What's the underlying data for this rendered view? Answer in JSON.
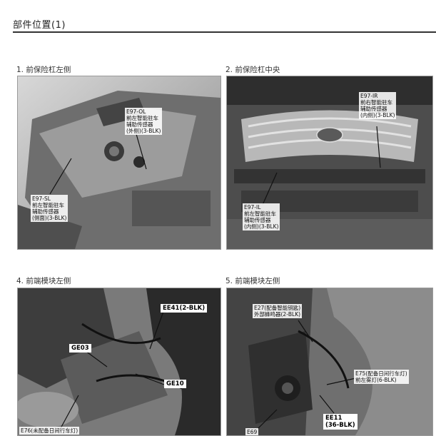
{
  "page": {
    "title": "部件位置(1)"
  },
  "panels": [
    {
      "caption": "1. 前保险杠左侧",
      "labels": [
        "E97-OL\n前左智能驻车\n辅助传感器\n(外侧)(3-BLK)",
        "E97-SL\n前左智能驻车\n辅助传感器\n(侧面)(3-BLK)"
      ]
    },
    {
      "caption": "2. 前保险杠中央",
      "labels": [
        "E97-IR\n前右智能驻车\n辅助传感器\n(内侧)(3-BLK)",
        "E97-IL\n前左智能驻车\n辅助传感器\n(内侧)(3-BLK)"
      ]
    },
    {
      "caption": "4. 前端模块左侧",
      "labels": [
        "EE41(2-BLK)",
        "GE03",
        "GE10",
        "E76(未配备日间行车灯)"
      ]
    },
    {
      "caption": "5. 前端模块左侧",
      "labels": [
        "E27(配备智能钥匙)\n外部蜂鸣器(2-BLK)",
        "E75(配备日间行车灯)\n前左雾灯(6-BLK)",
        "EE11\n(36-BLK)",
        "E69"
      ]
    }
  ]
}
